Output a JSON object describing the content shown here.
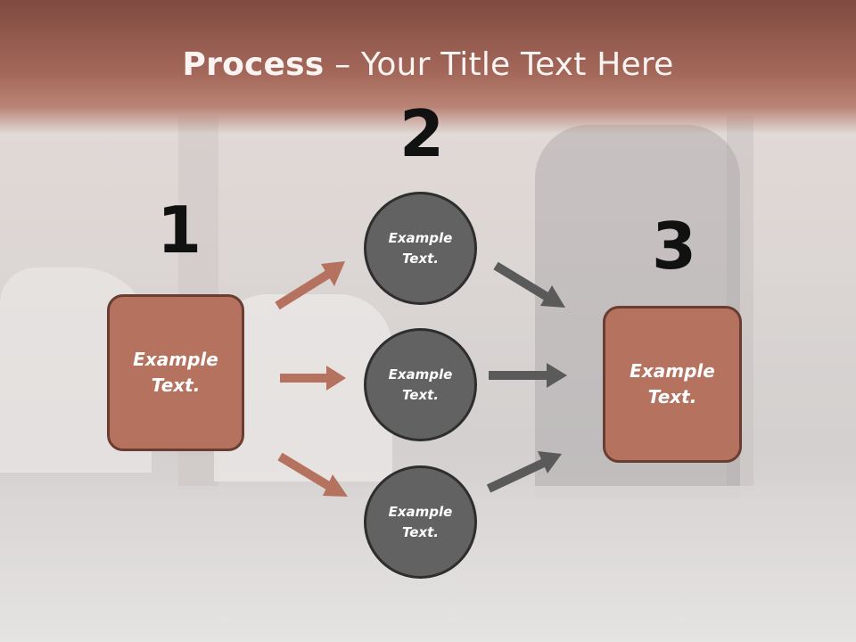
{
  "title": {
    "bold": "Process",
    "rest": " – Your Title Text Here"
  },
  "steps": {
    "n1": "1",
    "n2": "2",
    "n3": "3"
  },
  "left_box": {
    "text": "Example\nText."
  },
  "right_box": {
    "text": "Example\nText."
  },
  "circles": [
    {
      "text": "Example\nText."
    },
    {
      "text": "Example\nText."
    },
    {
      "text": "Example\nText."
    }
  ],
  "colors": {
    "brand": "#b5725f",
    "circle": "#636262",
    "arrow_left": "#b5725f",
    "arrow_right": "#5a5a5a"
  }
}
